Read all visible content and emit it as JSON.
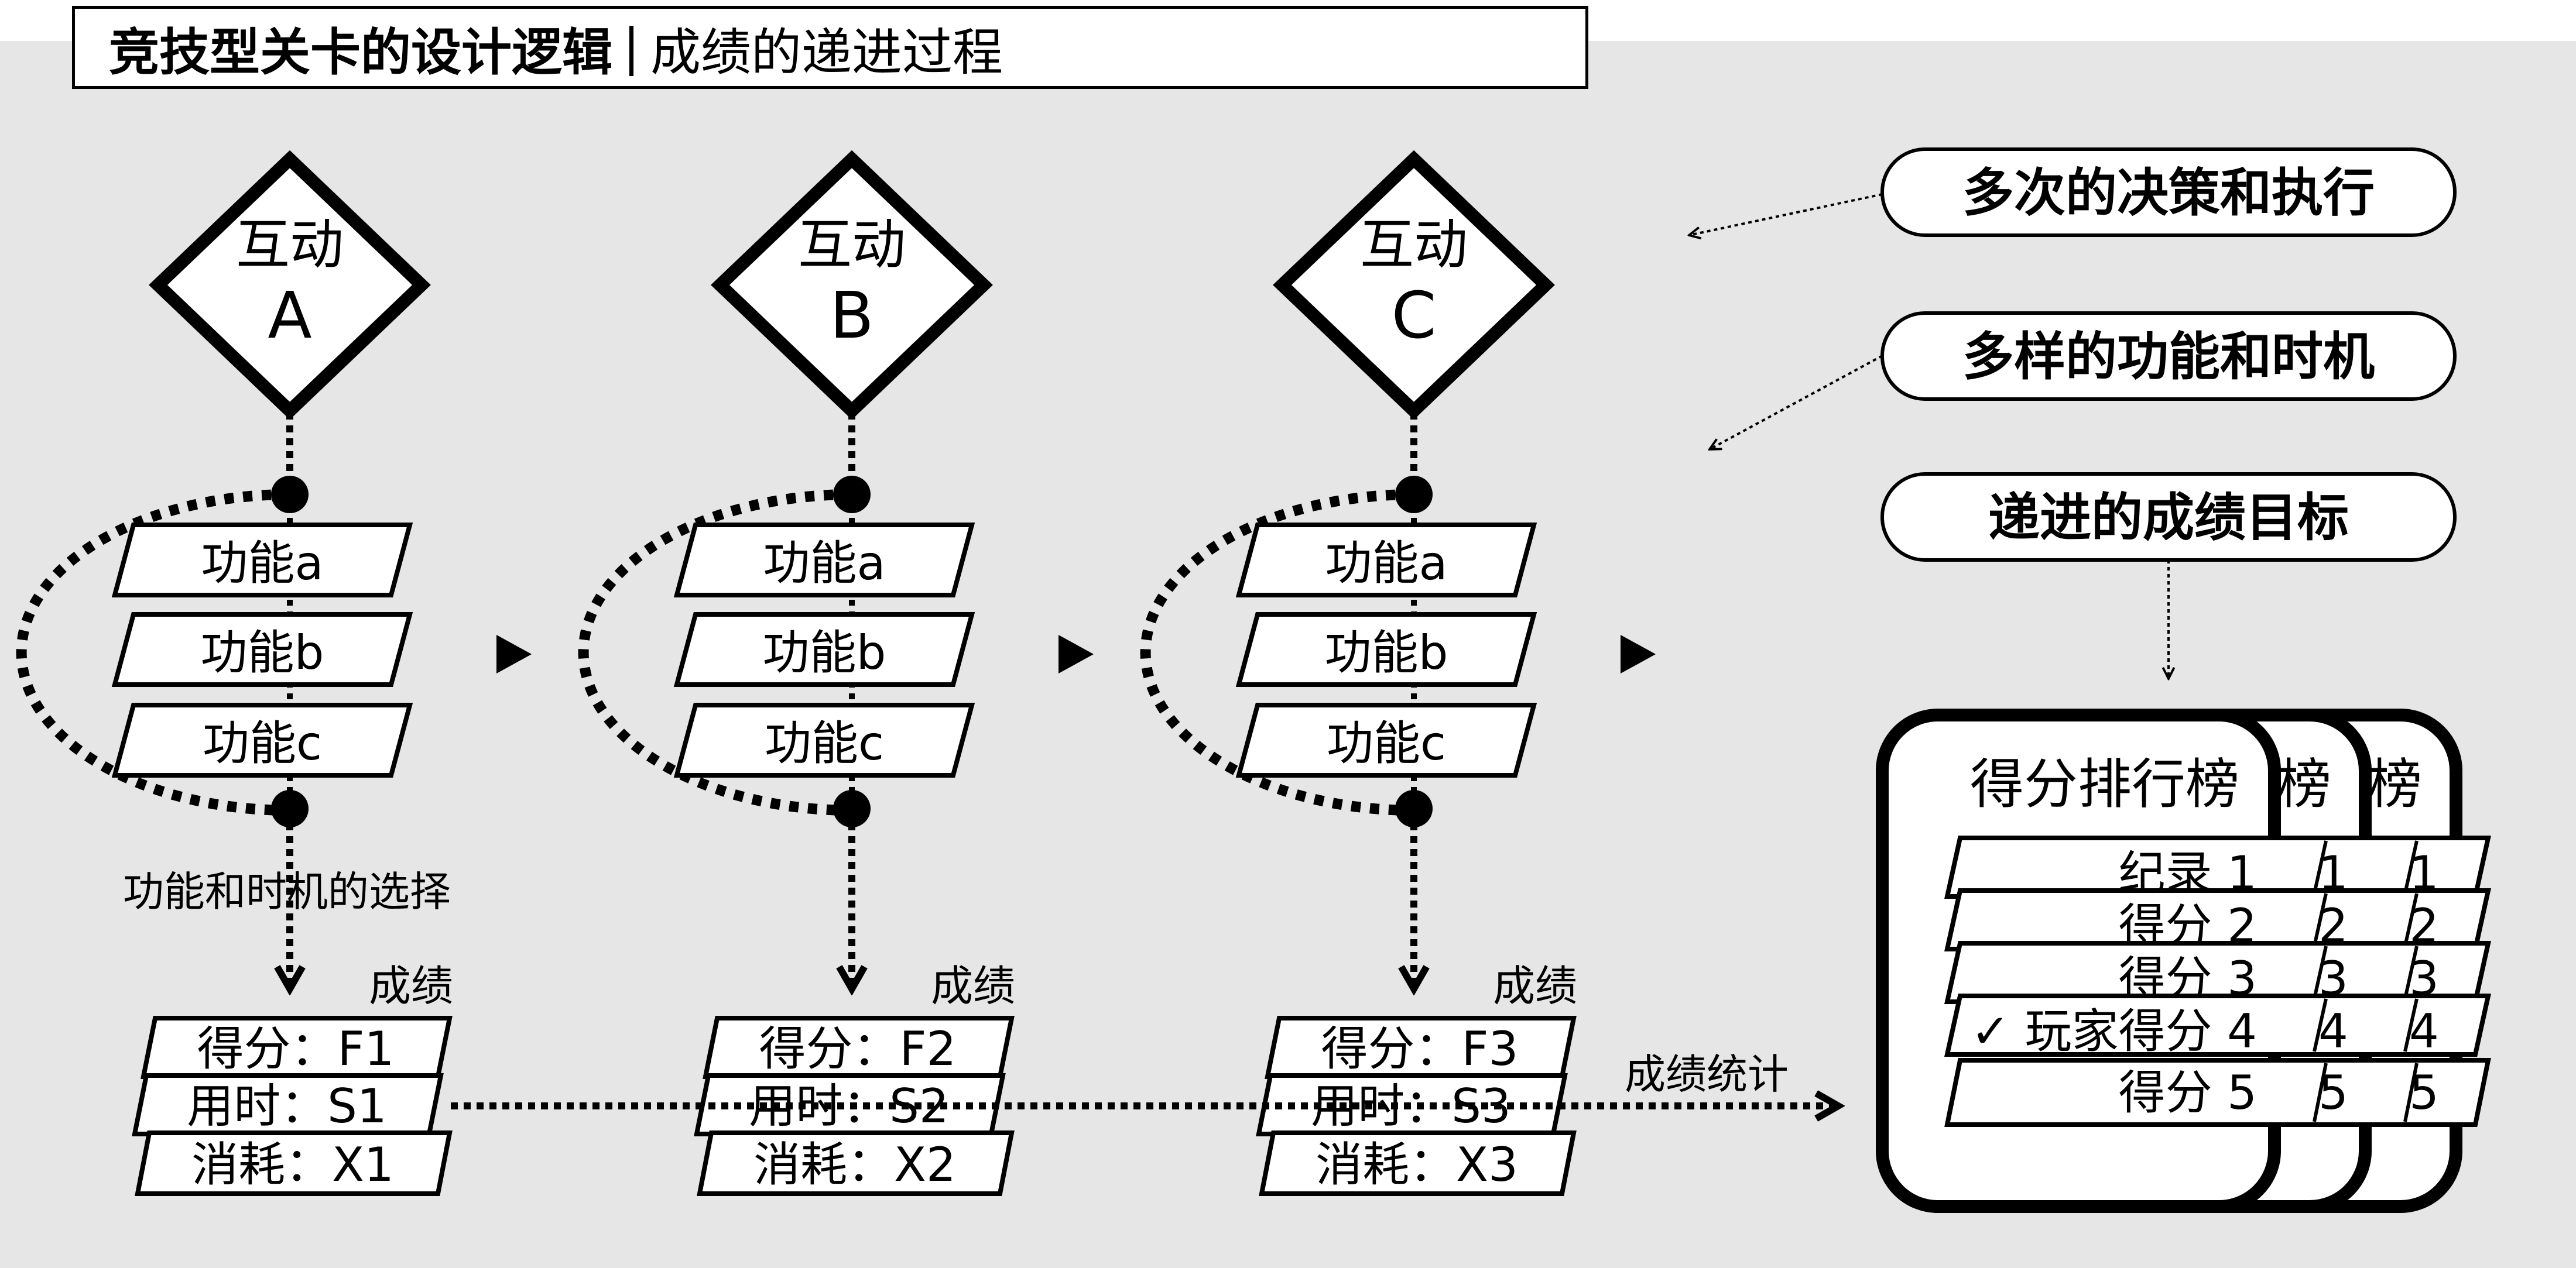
{
  "title": {
    "main": "竞技型关卡的设计逻辑",
    "separator": "|",
    "sub": "成绩的递进过程"
  },
  "columns": [
    {
      "diamond": {
        "line1": "互动",
        "line2": "A"
      },
      "functions": [
        "功能a",
        "功能b",
        "功能c"
      ],
      "result_label": "成绩",
      "results": [
        "得分：F1",
        "用时：S1",
        "消耗：X1"
      ]
    },
    {
      "diamond": {
        "line1": "互动",
        "line2": "B"
      },
      "functions": [
        "功能a",
        "功能b",
        "功能c"
      ],
      "result_label": "成绩",
      "results": [
        "得分：F2",
        "用时：S2",
        "消耗：X2"
      ]
    },
    {
      "diamond": {
        "line1": "互动",
        "line2": "C"
      },
      "functions": [
        "功能a",
        "功能b",
        "功能c"
      ],
      "result_label": "成绩",
      "results": [
        "得分：F3",
        "用时：S3",
        "消耗：X3"
      ]
    }
  ],
  "selection_label": "功能和时机的选择",
  "stats_label": "成绩统计",
  "callouts": [
    "多次的决策和执行",
    "多样的功能和时机",
    "递进的成绩目标"
  ],
  "leaderboard": {
    "title": "得分排行榜",
    "tab_title": "榜",
    "rows": [
      "纪录 1",
      "得分 2",
      "得分 3",
      "✓ 玩家得分 4",
      "得分 5"
    ],
    "back_rows": [
      "1",
      "2",
      "3",
      "4",
      "5"
    ]
  },
  "colors": {
    "background": "#e6e6e6",
    "stroke": "#000000",
    "fill": "#ffffff"
  }
}
